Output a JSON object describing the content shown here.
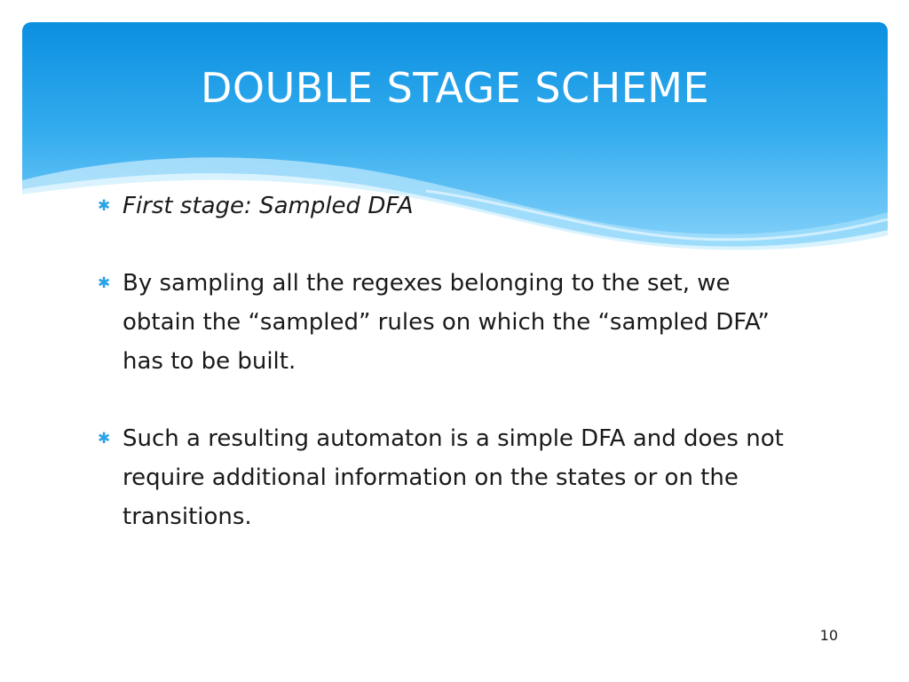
{
  "slide": {
    "title": "DOUBLE STAGE SCHEME",
    "page_number": "10",
    "bullet_icon": "asterisk-bullet",
    "accent_color": "#2aa3e6",
    "header_color": "#1297e3",
    "bullets": [
      {
        "text": "First stage: Sampled DFA",
        "style": "italic"
      },
      {
        "text": "By sampling all the regexes belonging to the set, we obtain the “sampled” rules on which the “sampled DFA” has to be built.",
        "style": "normal"
      },
      {
        "text": " Such a resulting automaton is a simple DFA and does  not require additional information on the states or on the transitions.",
        "style": "normal"
      }
    ]
  }
}
